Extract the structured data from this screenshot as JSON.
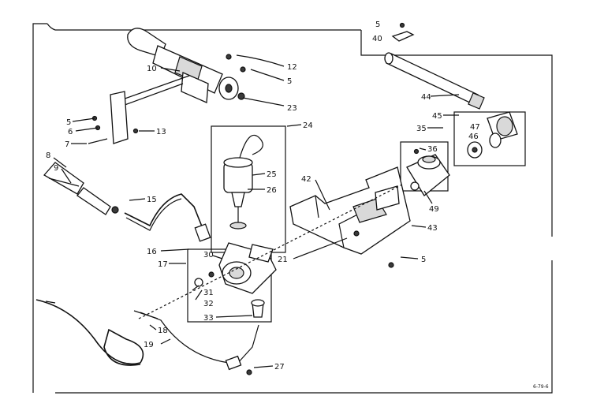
{
  "callouts": {
    "n5a": "5",
    "n40": "40",
    "n12": "12",
    "n5b": "5",
    "n10": "10",
    "n23": "23",
    "n44": "44",
    "n45": "45",
    "n5c": "5",
    "n6": "6",
    "n13": "13",
    "n7": "7",
    "n24": "24",
    "n35": "35",
    "n47": "47",
    "n46": "46",
    "n8": "8",
    "n9": "9",
    "n36": "36",
    "n25": "25",
    "n26": "26",
    "n42": "42",
    "n49": "49",
    "n15": "15",
    "n43": "43",
    "n16": "16",
    "n30": "30",
    "n21": "21",
    "n5d": "5",
    "n17": "17",
    "n31": "31",
    "n32": "32",
    "n33": "33",
    "n18": "18",
    "n19": "19",
    "n27": "27"
  },
  "drawing_code": "6-79-6"
}
